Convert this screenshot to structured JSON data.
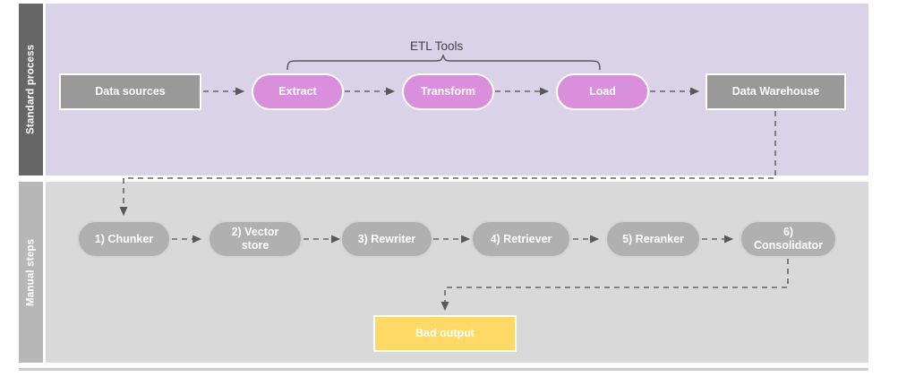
{
  "diagram": {
    "title": "ETL standard process vs manual RAG steps",
    "colors": {
      "lane_top_label_bg": "#666666",
      "lane_top_body_bg": "#D9D2E9",
      "lane_bottom_label_bg": "#B7B7B7",
      "lane_bottom_body_bg": "#D9D9D9",
      "node_gray": "#999999",
      "node_pink": "#DA8FDC",
      "node_gray_pill": "#B0B0B0",
      "node_yellow": "#FFD966",
      "connector": "#666666",
      "brace": "#595959",
      "text_on_node": "#FFFFFF",
      "brace_label_text": "#434343"
    }
  },
  "lanes": [
    {
      "id": "standard-process",
      "label": "Standard process"
    },
    {
      "id": "manual-steps",
      "label": "Manual steps"
    }
  ],
  "top_row": {
    "nodes": [
      {
        "id": "data-sources",
        "label": "Data sources",
        "shape": "rect",
        "color": "gray"
      },
      {
        "id": "extract",
        "label": "Extract",
        "shape": "pill",
        "color": "pink"
      },
      {
        "id": "transform",
        "label": "Transform",
        "shape": "pill",
        "color": "pink"
      },
      {
        "id": "load",
        "label": "Load",
        "shape": "pill",
        "color": "pink"
      },
      {
        "id": "data-warehouse",
        "label": "Data Warehouse",
        "shape": "rect",
        "color": "gray"
      }
    ],
    "bracket_label": "ETL Tools"
  },
  "bottom_row": {
    "nodes": [
      {
        "id": "chunker",
        "label": "1) Chunker",
        "shape": "pill",
        "color": "gray-pill"
      },
      {
        "id": "vector-store",
        "label": "2) Vector store",
        "shape": "pill",
        "color": "gray-pill"
      },
      {
        "id": "rewriter",
        "label": "3) Rewriter",
        "shape": "pill",
        "color": "gray-pill"
      },
      {
        "id": "retriever",
        "label": "4) Retriever",
        "shape": "pill",
        "color": "gray-pill"
      },
      {
        "id": "reranker",
        "label": "5) Reranker",
        "shape": "pill",
        "color": "gray-pill"
      },
      {
        "id": "consolidator",
        "label": "6) Consolidator",
        "shape": "pill",
        "color": "gray-pill"
      }
    ],
    "output": {
      "id": "bad-output",
      "label": "Bad output",
      "shape": "rect",
      "color": "yellow"
    }
  },
  "node_labels": {
    "data_sources": "Data sources",
    "extract": "Extract",
    "transform": "Transform",
    "load": "Load",
    "data_warehouse": "Data Warehouse",
    "etl_tools": "ETL Tools",
    "chunker_line1": "1) Chunker",
    "vector_store_line1": "2) Vector",
    "vector_store_line2": "store",
    "rewriter": "3) Rewriter",
    "retriever": "4) Retriever",
    "reranker": "5) Reranker",
    "consolidator_line1": "6)",
    "consolidator_line2": "Consolidator",
    "bad_output": "Bad output"
  }
}
